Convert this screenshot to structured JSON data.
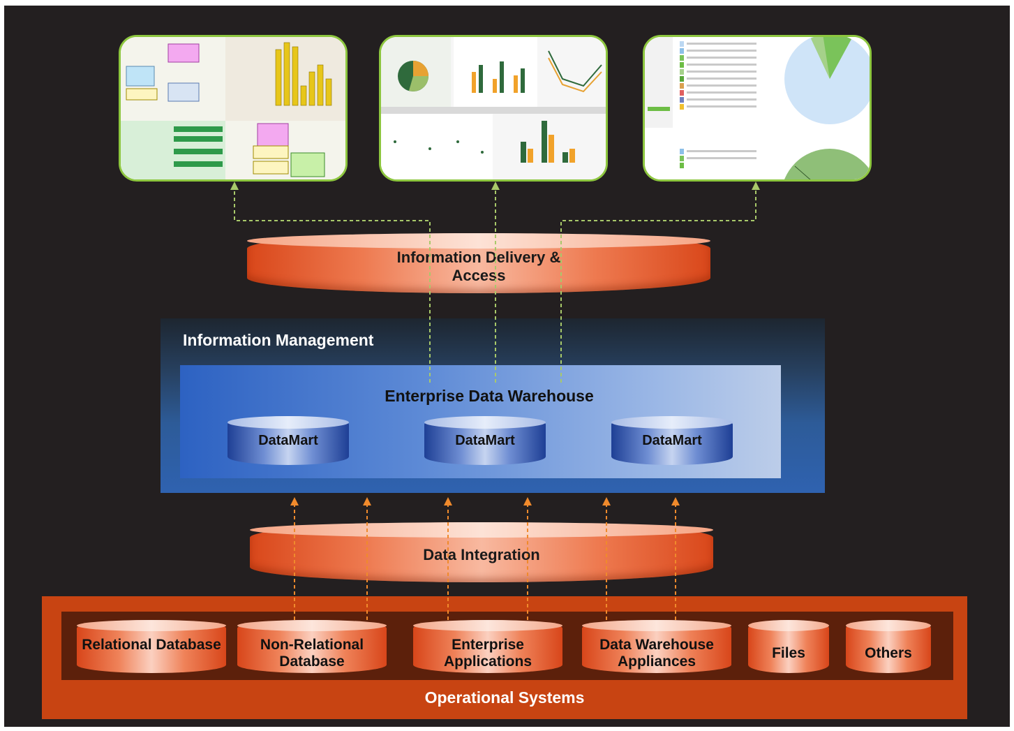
{
  "delivery": {
    "label": "Information Delivery & Access"
  },
  "management": {
    "title": "Information Management"
  },
  "warehouse": {
    "title": "Enterprise Data Warehouse"
  },
  "datamarts": [
    "DataMart",
    "DataMart",
    "DataMart"
  ],
  "integration": {
    "label": "Data Integration"
  },
  "operational": {
    "title": "Operational Systems",
    "sources": [
      "Relational Database",
      "Non-Relational Database",
      "Enterprise Applications",
      "Data Warehouse Appliances",
      "Files",
      "Others"
    ]
  },
  "colors": {
    "background": "#231f20",
    "orange": "#e2511f",
    "operational_panel": "#c84412",
    "blue_panel": "#3a6fc4",
    "green_arrow": "#a8c96a",
    "orange_arrow": "#f08a2c"
  },
  "icons": {
    "thumbnail_1": "process-flow-and-bar-chart-screenshot",
    "thumbnail_2": "bi-dashboard-charts-screenshot",
    "thumbnail_3": "table-and-pie-chart-screenshot"
  }
}
